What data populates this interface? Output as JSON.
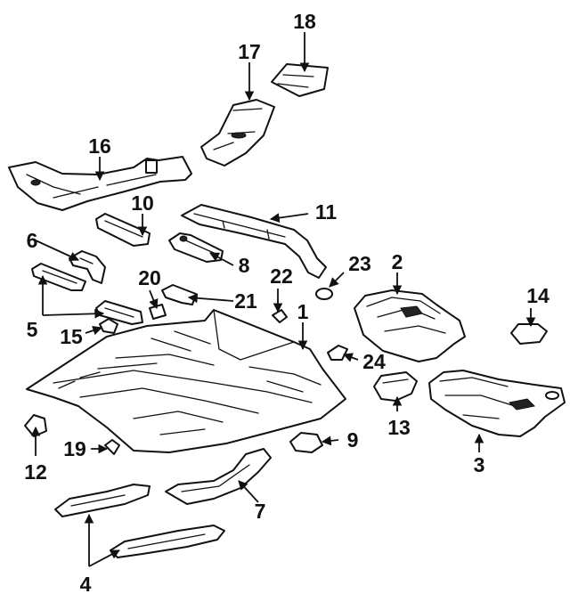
{
  "callouts": {
    "n1": "1",
    "n2": "2",
    "n3": "3",
    "n4": "4",
    "n5": "5",
    "n6": "6",
    "n7": "7",
    "n8": "8",
    "n9": "9",
    "n10": "10",
    "n11": "11",
    "n12": "12",
    "n13": "13",
    "n14": "14",
    "n15": "15",
    "n16": "16",
    "n17": "17",
    "n18": "18",
    "n19": "19",
    "n20": "20",
    "n21": "21",
    "n22": "22",
    "n23": "23",
    "n24": "24"
  },
  "colors": {
    "line": "#111111",
    "background": "#ffffff"
  }
}
